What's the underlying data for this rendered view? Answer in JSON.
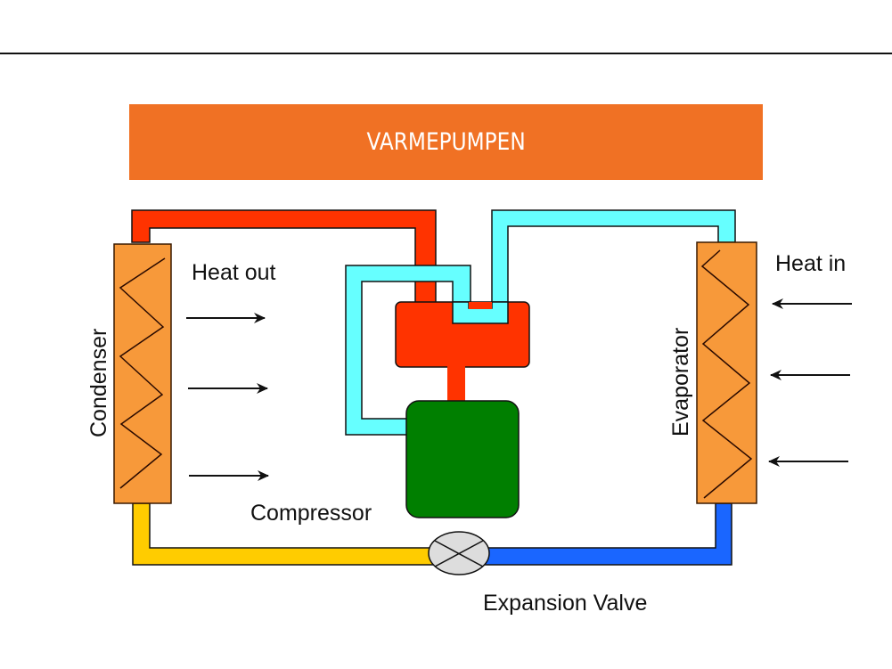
{
  "title": "VARMEPUMPEN",
  "labels": {
    "heat_out": "Heat out",
    "heat_in": "Heat in",
    "condenser": "Condenser",
    "evaporator": "Evaporator",
    "compressor": "Compressor",
    "expansion_valve": "Expansion Valve"
  },
  "colors": {
    "title_bar": "#f07124",
    "hot_pipe": "#ff3300",
    "cold_suction_pipe": "#66ffff",
    "liquid_pipe": "#ffcc00",
    "expansion_pipe": "#1a66ff",
    "heat_exchanger": "#f7993a",
    "compressor": "#007f00",
    "valve": "#dddddd"
  }
}
